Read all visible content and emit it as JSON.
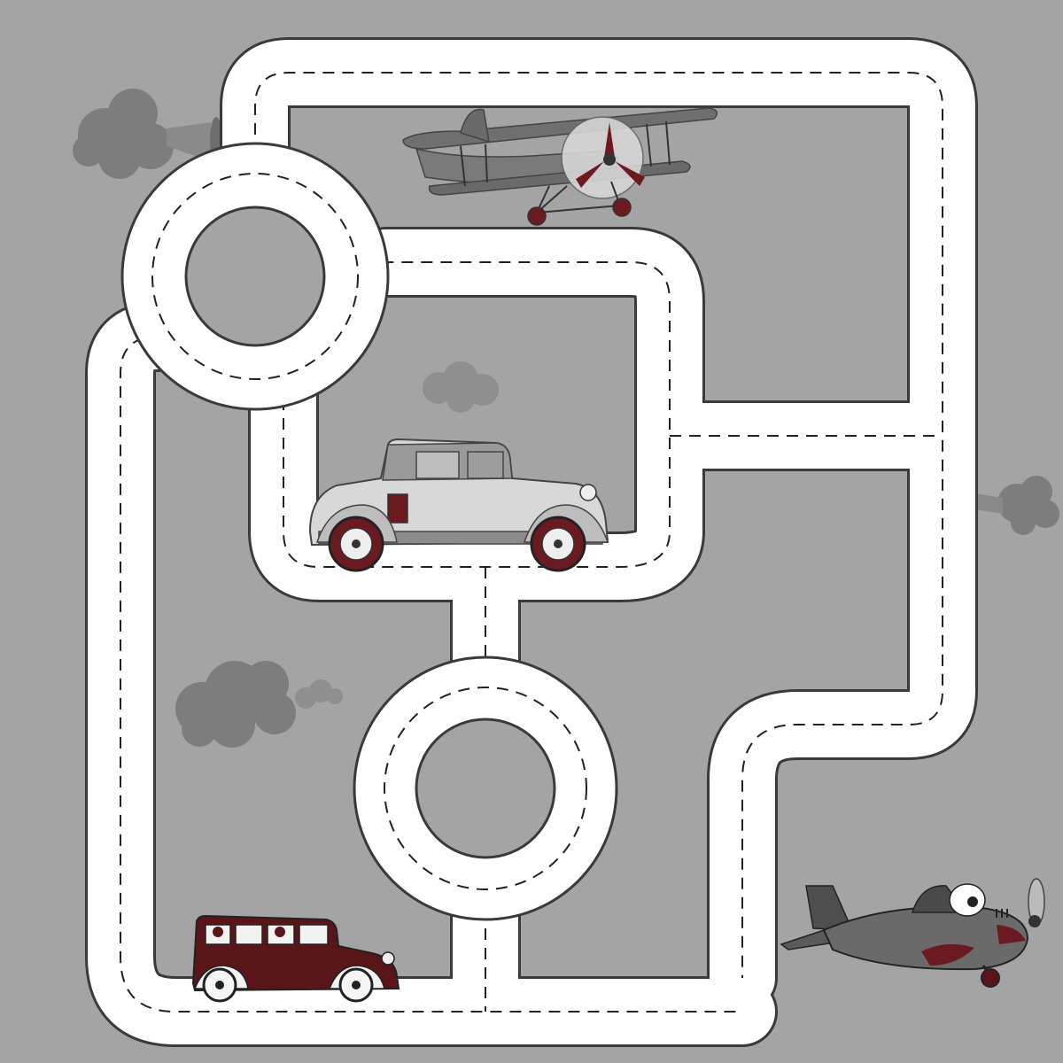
{
  "scene": {
    "background_color": "#a4a4a4",
    "road_color": "#ffffff",
    "road_edge_color": "#3a3a3a",
    "dash_color": "#222222",
    "accent_color": "#6b1a20"
  },
  "elements": {
    "roundabouts": [
      "top-left-roundabout",
      "bottom-center-roundabout"
    ],
    "vehicles": [
      "vintage-coupe-car",
      "vintage-sedan-car",
      "biplane",
      "cartoon-plane"
    ],
    "clouds": [
      "cloud-top-left",
      "cloud-center",
      "cloud-left",
      "cloud-right"
    ],
    "icons": [
      "car-icon",
      "airplane-icon",
      "cloud-icon",
      "roundabout-icon"
    ]
  }
}
